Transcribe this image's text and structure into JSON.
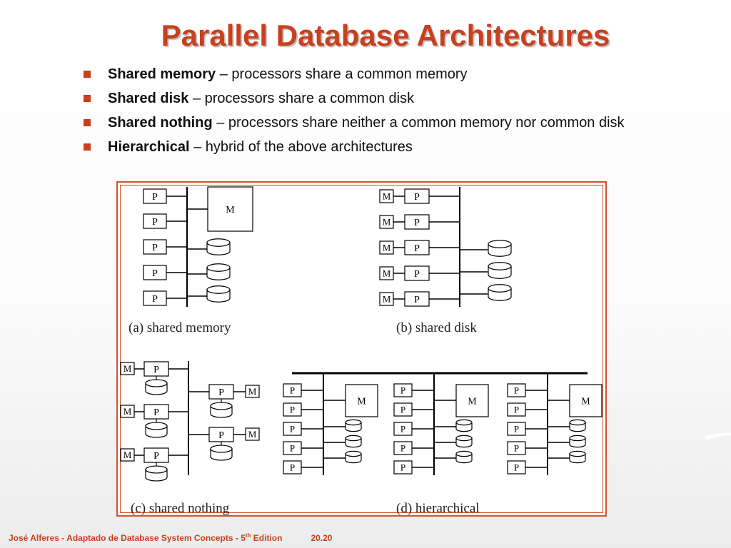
{
  "slide": {
    "title": "Parallel Database Architectures",
    "bullets": [
      {
        "term": "Shared memory",
        "text": " – processors share a common memory"
      },
      {
        "term": "Shared disk",
        "text": " – processors share a common disk"
      },
      {
        "term": "Shared nothing",
        "text": " – processors share neither a common memory nor common disk"
      },
      {
        "term": "Hierarchical",
        "text": " – hybrid of the above architectures"
      }
    ],
    "footer": {
      "credit_pre": "José Alferes - Adaptado de Database System Concepts - 5",
      "credit_sup": "th",
      "credit_post": " Edition",
      "page": "20.20"
    }
  },
  "diagram": {
    "processor_label": "P",
    "memory_label": "M",
    "captions": {
      "a": "(a) shared memory",
      "b": "(b) shared disk",
      "c": "(c) shared nothing",
      "d": "(d) hierarchical"
    }
  },
  "colors": {
    "accent": "#c8401e",
    "border": "#d0542e"
  }
}
